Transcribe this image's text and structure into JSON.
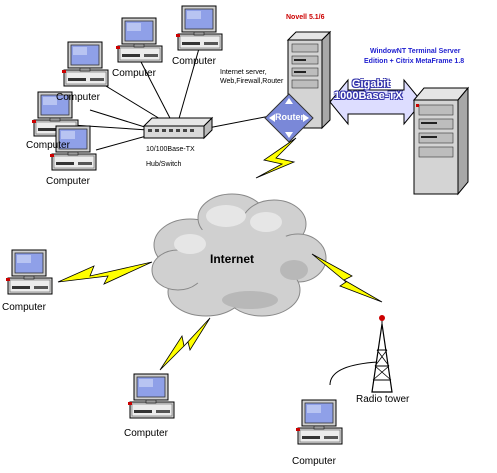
{
  "computer_label": "Computer",
  "hub_model": "10/100Base-TX",
  "hub_type": "Hub/Switch",
  "novell_server": "Novell 5.1/6",
  "server_roles": [
    "Internet server,",
    "Web,Firewall,Router"
  ],
  "router_label": "Router",
  "link_label": [
    "Gigabit",
    "1000Base-TX"
  ],
  "terminal_server": [
    "WindowNT Terminal Server",
    "Edition + Citrix MetaFrame 1.8"
  ],
  "cloud_label": "Internet",
  "tower_label": "Radio tower",
  "colors": {
    "bolt": "#ffff00",
    "router": "#7a88d8",
    "arrow": "#ddddff",
    "server_red": "#cc0000"
  }
}
